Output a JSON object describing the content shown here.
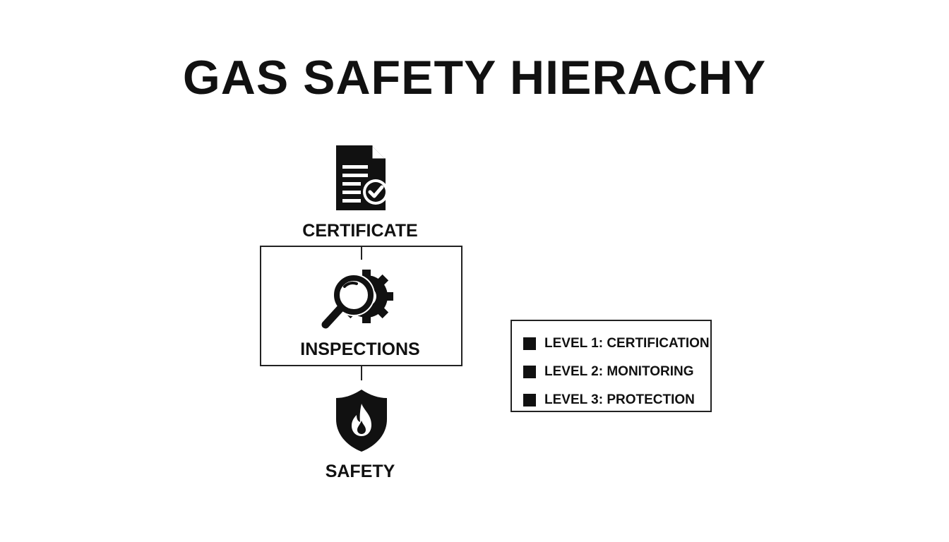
{
  "title": "GAS SAFETY HIERACHY",
  "colors": {
    "ink": "#111111",
    "line": "#222222",
    "background": "#ffffff"
  },
  "nodes": [
    {
      "label": "CERTIFICATE",
      "icon": "certificate-document-icon"
    },
    {
      "label": "INSPECTIONS",
      "icon": "magnifier-gear-icon"
    },
    {
      "label": "SAFETY",
      "icon": "shield-flame-icon"
    }
  ],
  "legend": {
    "items": [
      {
        "label": "LEVEL 1: CERTIFICATION",
        "color": "#111111"
      },
      {
        "label": "LEVEL 2: MONITORING",
        "color": "#111111"
      },
      {
        "label": "LEVEL 3: PROTECTION",
        "color": "#111111"
      }
    ]
  }
}
